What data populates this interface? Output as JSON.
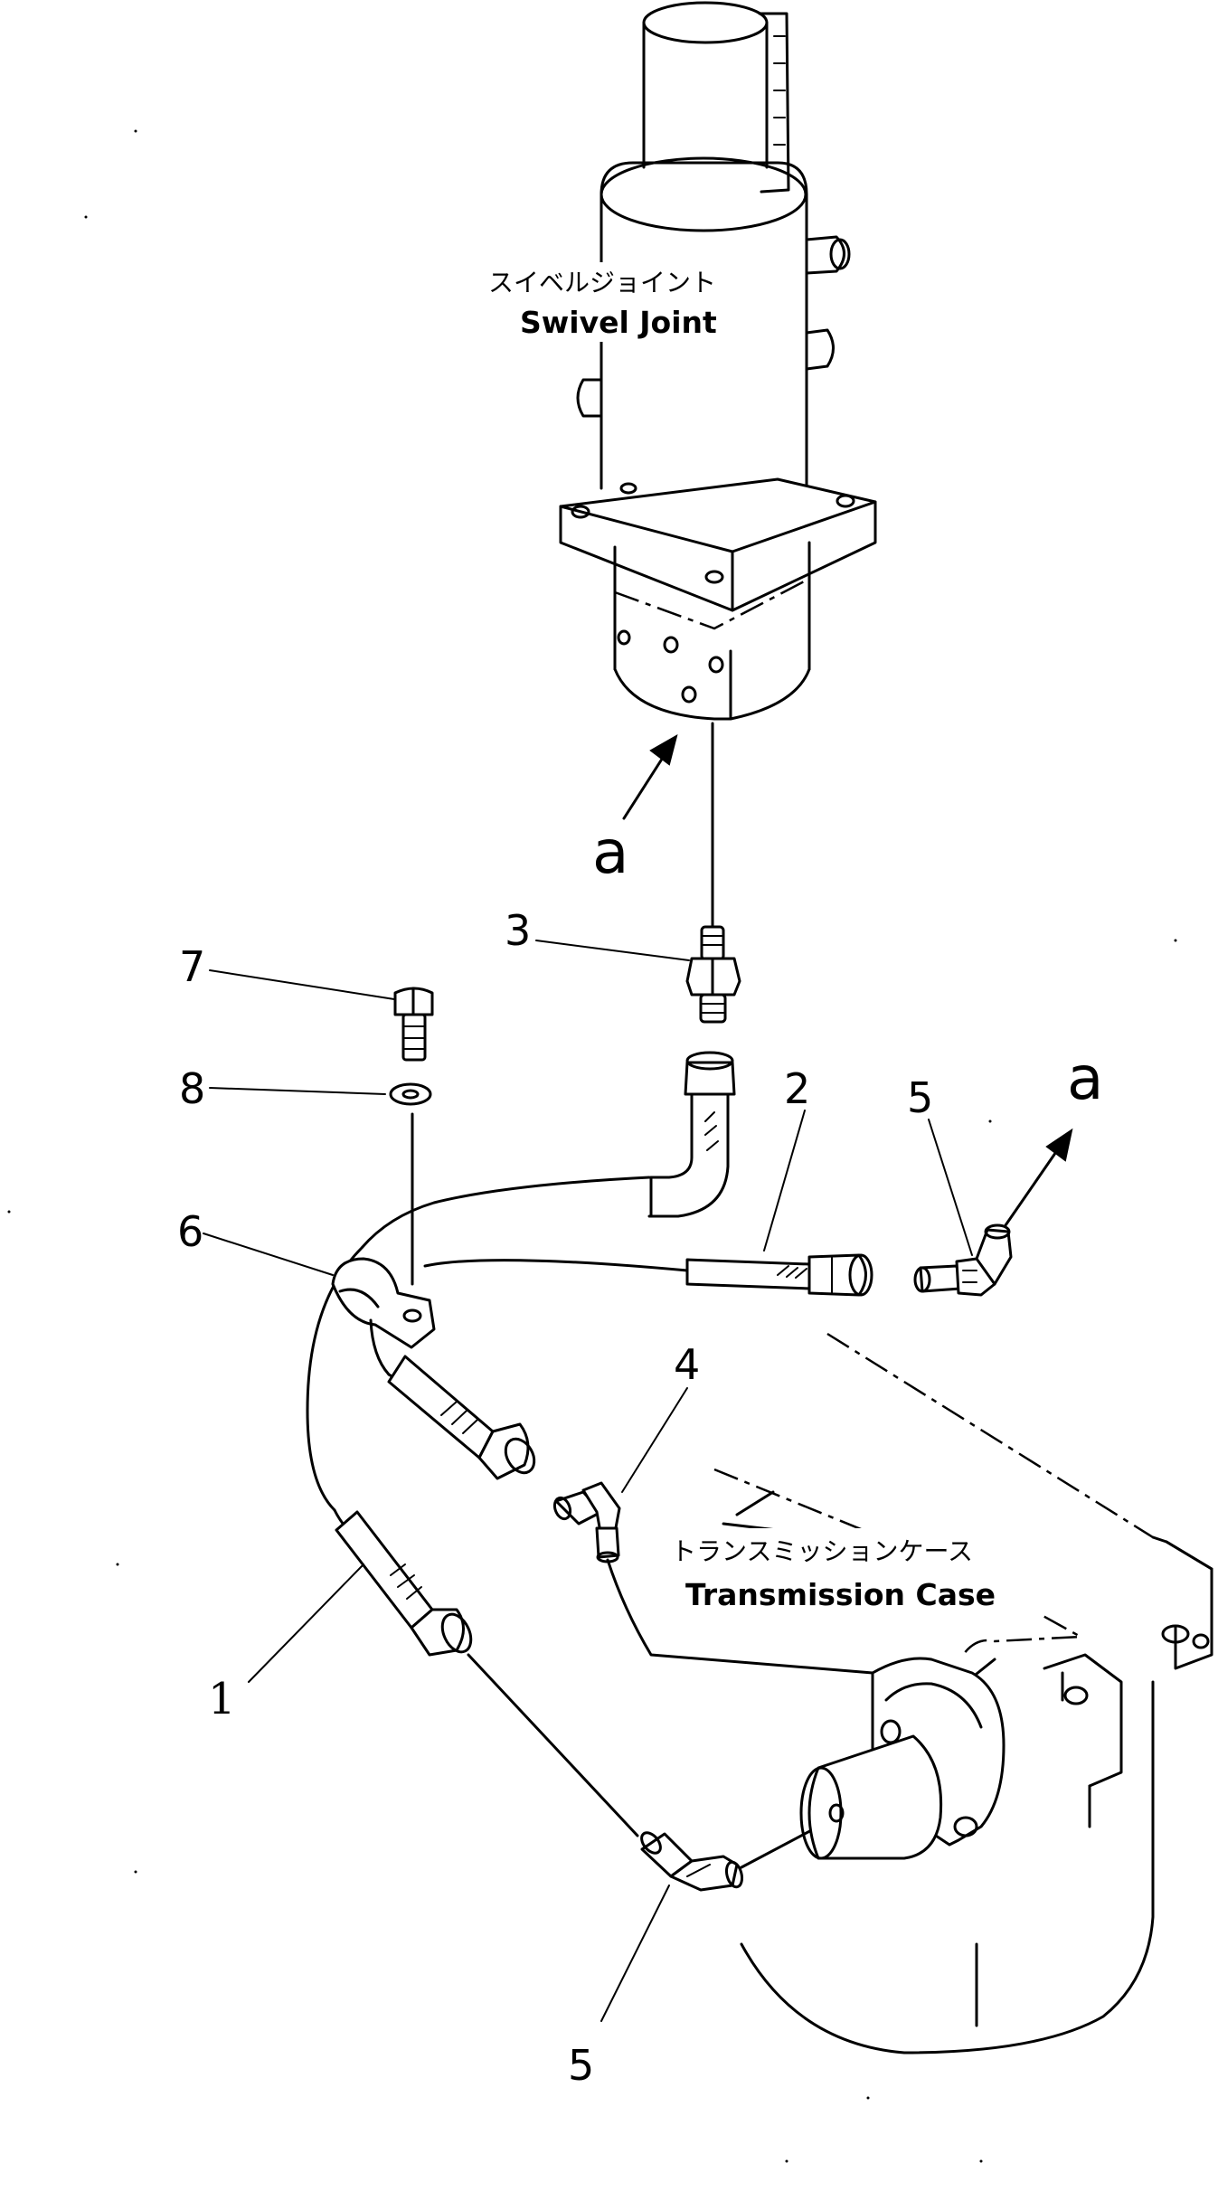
{
  "labels": {
    "swivel_jp": "スイベルジョイント",
    "swivel_en": "Swivel Joint",
    "trans_jp": "トランスミッションケース",
    "trans_en": "Transmission Case",
    "ref_a_top": "a",
    "ref_a_right": "a"
  },
  "callouts": [
    "1",
    "2",
    "3",
    "4",
    "5",
    "5",
    "6",
    "7",
    "8"
  ]
}
